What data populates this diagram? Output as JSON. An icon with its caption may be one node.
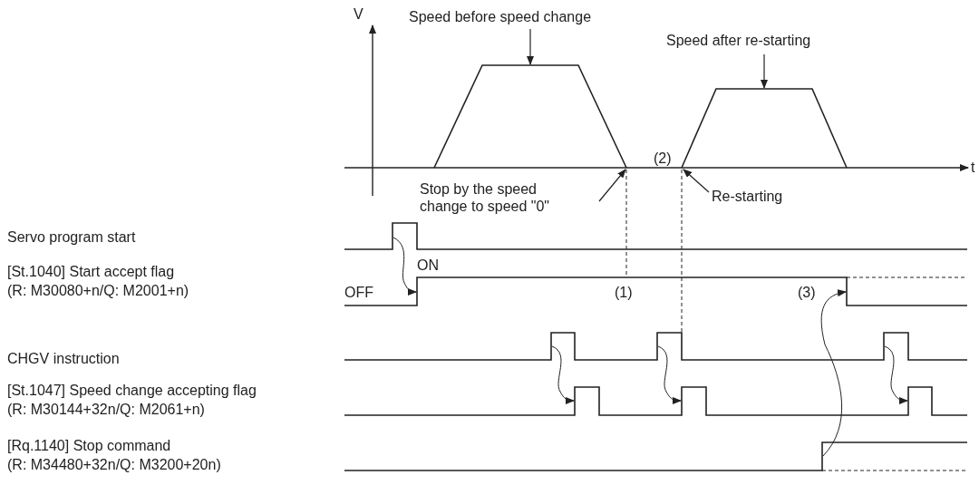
{
  "diagram": {
    "nodes": [
      {
        "text": [
          "Speed before speed change"
        ]
      },
      {
        "text": [
          "Speed after re-starting"
        ]
      },
      {
        "text": [
          "Stop by the speed change to speed \"0\""
        ]
      },
      {
        "text": [
          "Re-starting"
        ]
      },
      {
        "text": [],
        "shape": "picture"
      },
      {
        "text": [],
        "shape": "picture"
      }
    ],
    "edges": [
      {
        "from": 0,
        "to": 4,
        "arrow": "to"
      },
      {
        "from": 1,
        "to": 5,
        "arrow": "to"
      },
      {
        "from": 2,
        "to": 4,
        "arrow": "to"
      },
      {
        "from": 3,
        "to": 5,
        "arrow": "to"
      }
    ],
    "labels": [
      "V",
      "t",
      "(2)",
      "Servo program start",
      "ON",
      "[St.1040] Start accept flag",
      "(R: M30080+n/Q: M2001+n)",
      "OFF",
      "(1)",
      "(3)",
      "CHGV instruction",
      "[St.1047] Speed change accepting flag",
      "(R: M30144+32n/Q: M2061+n)",
      "[Rq.1140] Stop command",
      "(R: M34480+32n/Q: M3200+20n)"
    ]
  }
}
